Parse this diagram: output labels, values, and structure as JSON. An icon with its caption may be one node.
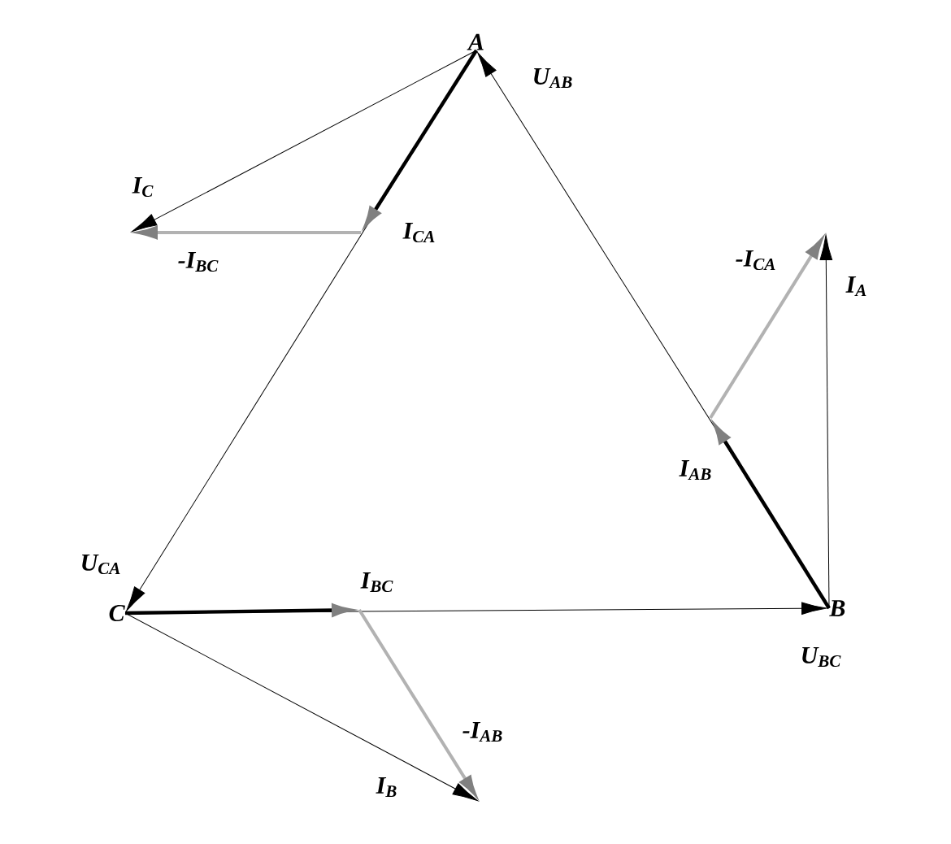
{
  "diagram": {
    "nodes": [
      {
        "text": [
          "A"
        ]
      },
      {
        "text": [
          "B"
        ]
      },
      {
        "text": [
          "C"
        ]
      }
    ],
    "edges": [
      {
        "from": 1,
        "to": 0,
        "arrow": "to",
        "label": "U$_{AB}$"
      },
      {
        "from": 2,
        "to": 1,
        "arrow": "to",
        "label": "U$_{BC}$"
      },
      {
        "from": 0,
        "to": 2,
        "arrow": "to",
        "label": "U$_{CA}$"
      },
      {
        "from": 1,
        "to": null,
        "arrow": "to",
        "label": "I$_{AB}$",
        "style": "thick"
      },
      {
        "from": 2,
        "to": null,
        "arrow": "to",
        "label": "I$_{BC}$",
        "style": "thick"
      },
      {
        "from": 0,
        "to": null,
        "arrow": "to",
        "label": "I$_{CA}$",
        "style": "thick"
      },
      {
        "from": 1,
        "to": null,
        "arrow": "to",
        "label": "I$_{A}$"
      },
      {
        "from": 2,
        "to": null,
        "arrow": "to",
        "label": "I$_{B}$"
      },
      {
        "from": 0,
        "to": null,
        "arrow": "to",
        "label": "I$_{C}$"
      }
    ],
    "labels": [
      "-I$_{CA}$",
      "-I$_{BC}$",
      "-I$_{AB}$"
    ]
  }
}
